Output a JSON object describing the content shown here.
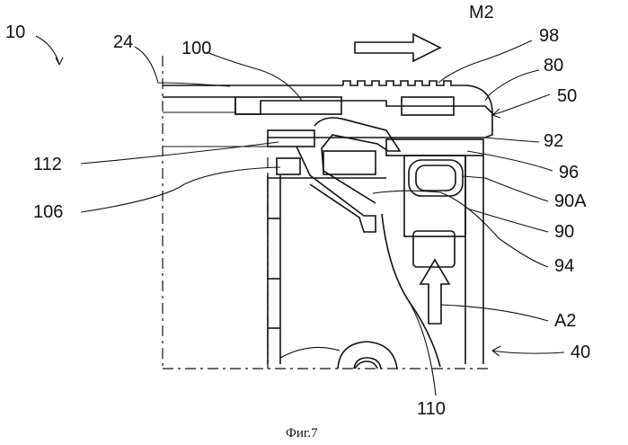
{
  "labels": {
    "l10": "10",
    "l24": "24",
    "l100": "100",
    "lM2": "M2",
    "l98": "98",
    "l80": "80",
    "l50": "50",
    "l112": "112",
    "l92": "92",
    "l96": "96",
    "l106": "106",
    "l90A": "90A",
    "l90": "90",
    "l94": "94",
    "lA2": "A2",
    "l40": "40",
    "l110": "110"
  },
  "caption": "Фиг.7"
}
